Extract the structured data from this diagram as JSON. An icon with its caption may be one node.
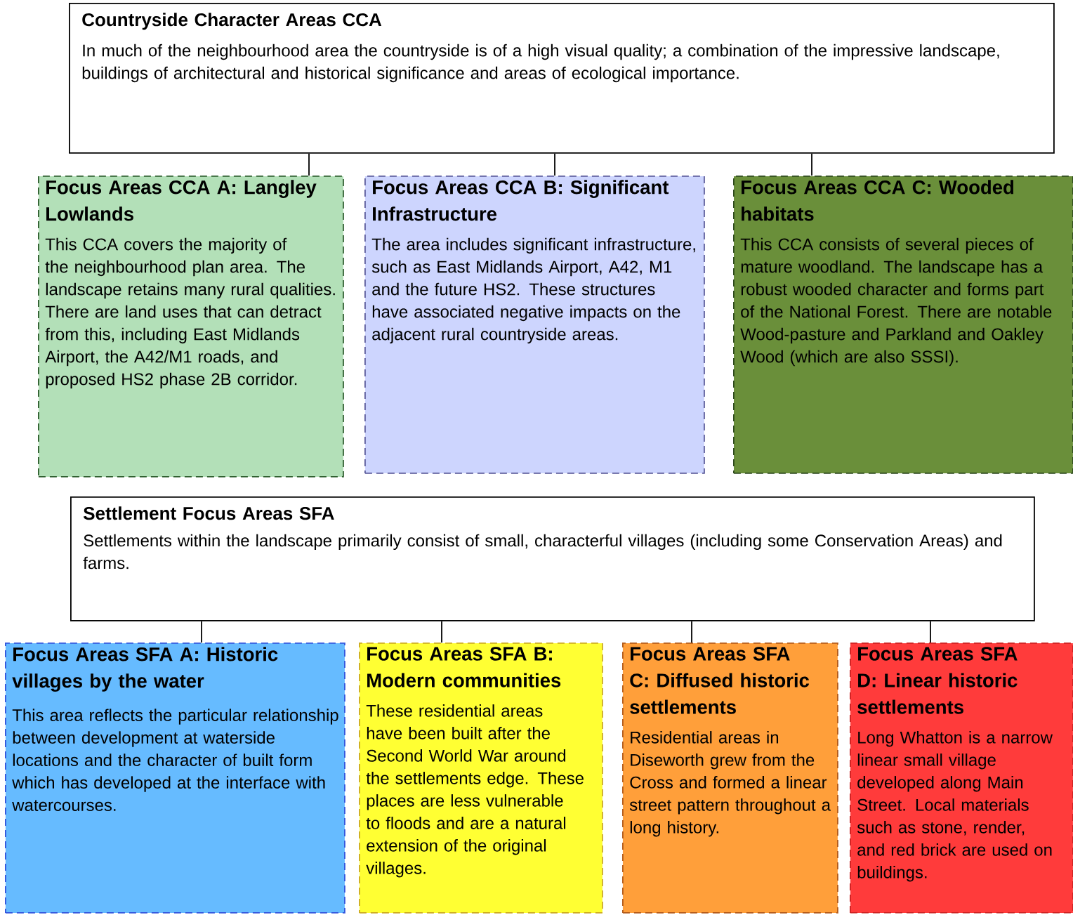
{
  "diagram": {
    "nodes": [
      {
        "text": [
          "Countryside Character  Areas CCA",
          "In much of the neighbourhood area the countryside is of a high visual quality; a combination of the impressive landscape, buildings of architectural and historical significance and areas of ecological importance."
        ]
      },
      {
        "text": [
          "Focus Areas CCA A: Langley Lowlands",
          "This CCA covers the majority of the neighbourhood plan area. The landscape retains many rural qualities. There are land uses that can detract from this, including East Midlands Airport, the A42/M1 roads, and proposed HS2 phase 2B corridor."
        ]
      },
      {
        "text": [
          "Focus Areas CCA B: Significant Infrastructure",
          "The area includes significant infrastructure, such as East Midlands Airport, A42, M1 and the future HS2. These structures have associated negative impacts on the adjacent rural countryside areas."
        ]
      },
      {
        "text": [
          "Focus Areas CCA C: Wooded habitats",
          "This CCA consists of several pieces of mature woodland. The landscape has a robust wooded character and forms part of the National Forest. There are notable Wood-pasture and Parkland and Oakley Wood (which are also SSSI)."
        ]
      },
      {
        "text": [
          "Settlement Focus Areas SFA",
          "Settlements within the landscape primarily consist of small, characterful villages (including some Conservation Areas) and farms."
        ]
      },
      {
        "text": [
          "Focus Areas SFA A: Historic villages by the water",
          "This area reflects the particular relationship between development at waterside locations and the character of built form which has developed at the interface with watercourses."
        ]
      },
      {
        "text": [
          "Focus Areas SFA B: Modern communities",
          "These residential areas have been built after the Second World War around the settlements edge. These places are less vulnerable to floods and are a natural extension of the original villages."
        ]
      },
      {
        "text": [
          "Focus Areas SFA C: Diffused historic settlements",
          "Residential areas in Diseworth grew from the Cross and formed a linear street pattern throughout a long history."
        ]
      },
      {
        "text": [
          "Focus Areas SFA D: Linear historic settlements",
          "Long Whatton is a narrow linear small village developed along Main Street. Local materials such as stone, render, and red brick are used on buildings."
        ]
      }
    ],
    "edges": [
      {
        "from": 0,
        "to": 1,
        "arrow": "none"
      },
      {
        "from": 0,
        "to": 2,
        "arrow": "none"
      },
      {
        "from": 0,
        "to": 3,
        "arrow": "none"
      },
      {
        "from": 4,
        "to": 5,
        "arrow": "none"
      },
      {
        "from": 4,
        "to": 6,
        "arrow": "none"
      },
      {
        "from": 4,
        "to": 7,
        "arrow": "none"
      },
      {
        "from": 4,
        "to": 8,
        "arrow": "none"
      }
    ]
  }
}
